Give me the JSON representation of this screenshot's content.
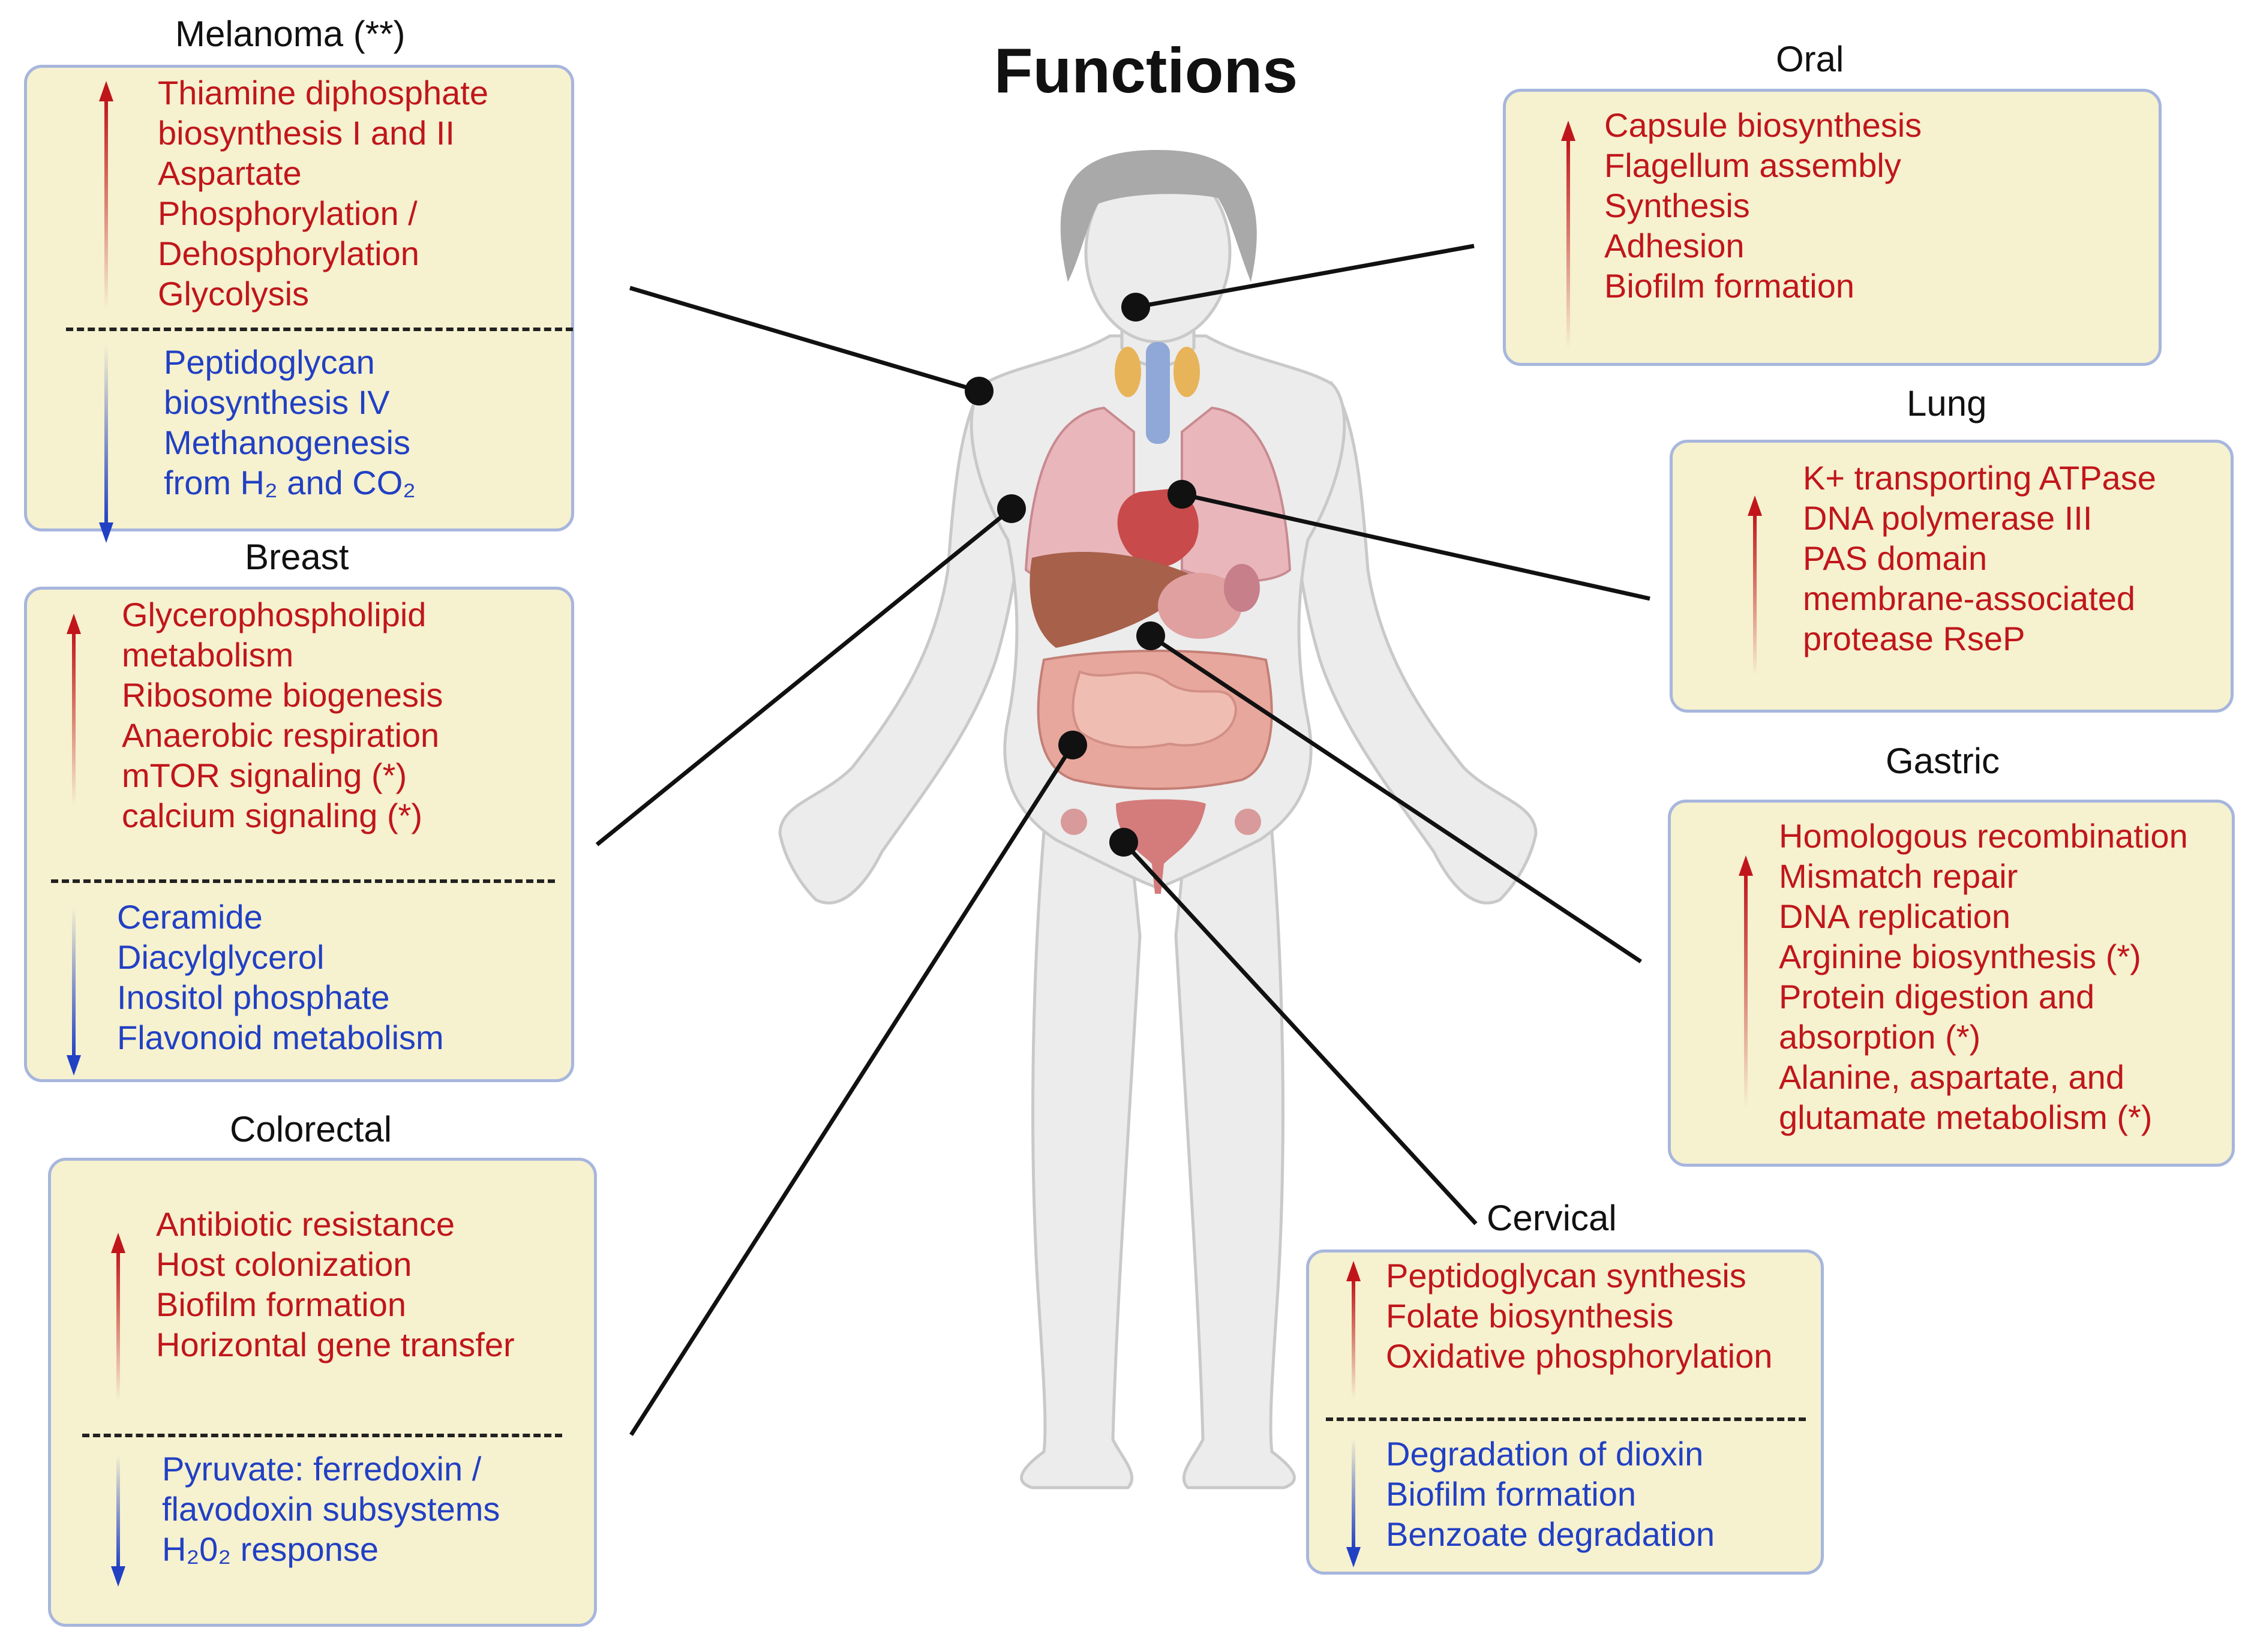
{
  "title": "Functions",
  "regions": {
    "melanoma": {
      "label": "Melanoma (**)",
      "up": [
        "Thiamine diphosphate",
        "biosynthesis I and II",
        "Aspartate",
        "Phosphorylation /",
        "Dehosphorylation",
        "Glycolysis"
      ],
      "down": [
        "Peptidoglycan",
        "biosynthesis IV",
        "Methanogenesis",
        "from H₂ and CO₂"
      ]
    },
    "breast": {
      "label": "Breast",
      "up": [
        "Glycerophospholipid",
        "metabolism",
        "Ribosome biogenesis",
        "Anaerobic respiration",
        "mTOR signaling (*)",
        "calcium signaling (*)"
      ],
      "down": [
        "Ceramide",
        "Diacylglycerol",
        "Inositol phosphate",
        "Flavonoid metabolism"
      ]
    },
    "colorectal": {
      "label": "Colorectal",
      "up": [
        "Antibiotic resistance",
        "Host colonization",
        "Biofilm formation",
        "Horizontal gene transfer"
      ],
      "down": [
        "Pyruvate: ferredoxin /",
        "flavodoxin subsystems",
        "H₂0₂ response"
      ]
    },
    "oral": {
      "label": "Oral",
      "up": [
        "Capsule biosynthesis",
        "Flagellum assembly",
        "Synthesis",
        "Adhesion",
        "Biofilm formation"
      ]
    },
    "lung": {
      "label": "Lung",
      "up": [
        "K+ transporting ATPase",
        "DNA polymerase III",
        "PAS domain",
        "membrane-associated",
        "protease RseP"
      ]
    },
    "gastric": {
      "label": "Gastric",
      "up": [
        "Homologous recombination",
        "Mismatch repair",
        "DNA replication",
        "Arginine biosynthesis (*)",
        "Protein digestion and",
        "absorption  (*)",
        "Alanine, aspartate, and",
        "glutamate metabolism  (*)"
      ]
    },
    "cervical": {
      "label": "Cervical",
      "up": [
        "Peptidoglycan synthesis",
        "Folate biosynthesis",
        "Oxidative phosphorylation"
      ],
      "down": [
        "Degradation of dioxin",
        "Biofilm formation",
        "Benzoate degradation"
      ]
    }
  },
  "colors": {
    "up": "#c0161b",
    "down": "#2140c4",
    "panel_fill": "#f6f1cf",
    "panel_border": "#a7b6dd"
  }
}
